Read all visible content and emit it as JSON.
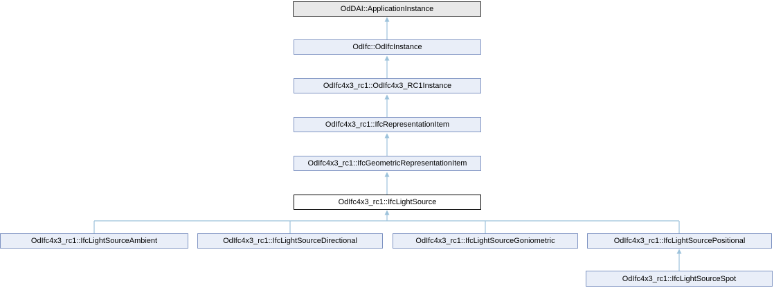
{
  "diagram": {
    "kind": "class-inheritance-graph",
    "nodes": [
      {
        "label": "OdDAI::ApplicationInstance",
        "style": "external"
      },
      {
        "label": "OdIfc::OdIfcInstance",
        "style": "link"
      },
      {
        "label": "OdIfc4x3_rc1::OdIfc4x3_RC1Instance",
        "style": "link"
      },
      {
        "label": "OdIfc4x3_rc1::IfcRepresentationItem",
        "style": "link"
      },
      {
        "label": "OdIfc4x3_rc1::IfcGeometricRepresentationItem",
        "style": "link"
      },
      {
        "label": "OdIfc4x3_rc1::IfcLightSource",
        "style": "current"
      },
      {
        "label": "OdIfc4x3_rc1::IfcLightSourceAmbient",
        "style": "link"
      },
      {
        "label": "OdIfc4x3_rc1::IfcLightSourceDirectional",
        "style": "link"
      },
      {
        "label": "OdIfc4x3_rc1::IfcLightSourceGoniometric",
        "style": "link"
      },
      {
        "label": "OdIfc4x3_rc1::IfcLightSourcePositional",
        "style": "link"
      },
      {
        "label": "OdIfc4x3_rc1::IfcLightSourceSpot",
        "style": "link"
      }
    ],
    "edges": [
      {
        "from": "OdIfc::OdIfcInstance",
        "to": "OdDAI::ApplicationInstance"
      },
      {
        "from": "OdIfc4x3_rc1::OdIfc4x3_RC1Instance",
        "to": "OdIfc::OdIfcInstance"
      },
      {
        "from": "OdIfc4x3_rc1::IfcRepresentationItem",
        "to": "OdIfc4x3_rc1::OdIfc4x3_RC1Instance"
      },
      {
        "from": "OdIfc4x3_rc1::IfcGeometricRepresentationItem",
        "to": "OdIfc4x3_rc1::IfcRepresentationItem"
      },
      {
        "from": "OdIfc4x3_rc1::IfcLightSource",
        "to": "OdIfc4x3_rc1::IfcGeometricRepresentationItem"
      },
      {
        "from": "OdIfc4x3_rc1::IfcLightSourceAmbient",
        "to": "OdIfc4x3_rc1::IfcLightSource"
      },
      {
        "from": "OdIfc4x3_rc1::IfcLightSourceDirectional",
        "to": "OdIfc4x3_rc1::IfcLightSource"
      },
      {
        "from": "OdIfc4x3_rc1::IfcLightSourceGoniometric",
        "to": "OdIfc4x3_rc1::IfcLightSource"
      },
      {
        "from": "OdIfc4x3_rc1::IfcLightSourcePositional",
        "to": "OdIfc4x3_rc1::IfcLightSource"
      },
      {
        "from": "OdIfc4x3_rc1::IfcLightSourceSpot",
        "to": "OdIfc4x3_rc1::IfcLightSourcePositional"
      }
    ],
    "colors": {
      "edge": "#9cc2db",
      "node_fill": "#e9eef8",
      "node_border": "#7e93c2",
      "external_fill": "#e8e8e8",
      "external_border": "#2b2b2b",
      "current_fill": "#ffffff",
      "current_border": "#000000",
      "text": "#000000",
      "background": "#ffffff"
    }
  }
}
